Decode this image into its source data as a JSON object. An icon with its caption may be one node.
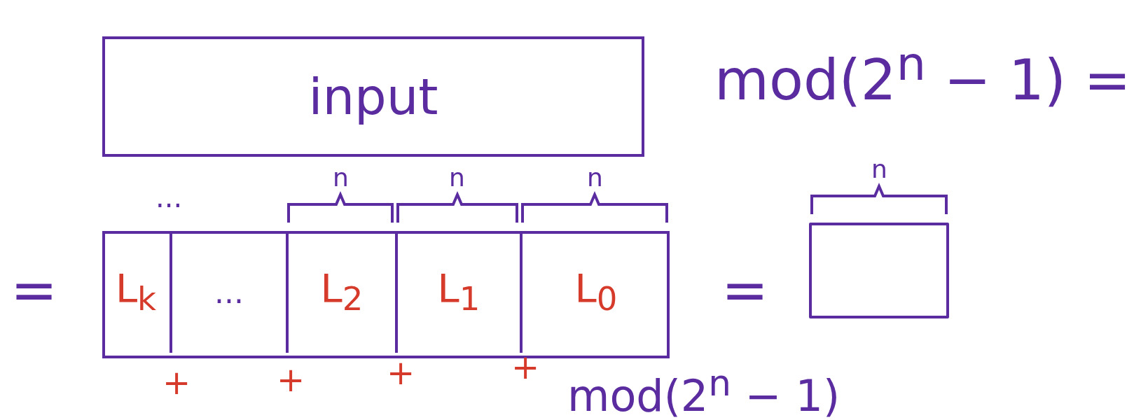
{
  "diagram": {
    "nodes": [
      {
        "text": [
          "input"
        ]
      },
      {
        "text": [],
        "shape": "bar"
      },
      {
        "text": [
          "L$_{k}$"
        ],
        "in": 1
      },
      {
        "text": [
          "..."
        ],
        "in": 1
      },
      {
        "text": [
          "L$_{2}$"
        ],
        "in": 1
      },
      {
        "text": [
          "L$_{1}$"
        ],
        "in": 1
      },
      {
        "text": [
          "L$_{0}$"
        ],
        "in": 1
      },
      {
        "text": [],
        "shape": "box"
      }
    ],
    "labels": [
      "mod(2$^{n}$ − 1) =",
      "n",
      "n",
      "n",
      "n",
      "...",
      "=",
      "=",
      "+",
      "+",
      "+",
      "+",
      "mod(2$^{n}$ − 1)"
    ]
  }
}
